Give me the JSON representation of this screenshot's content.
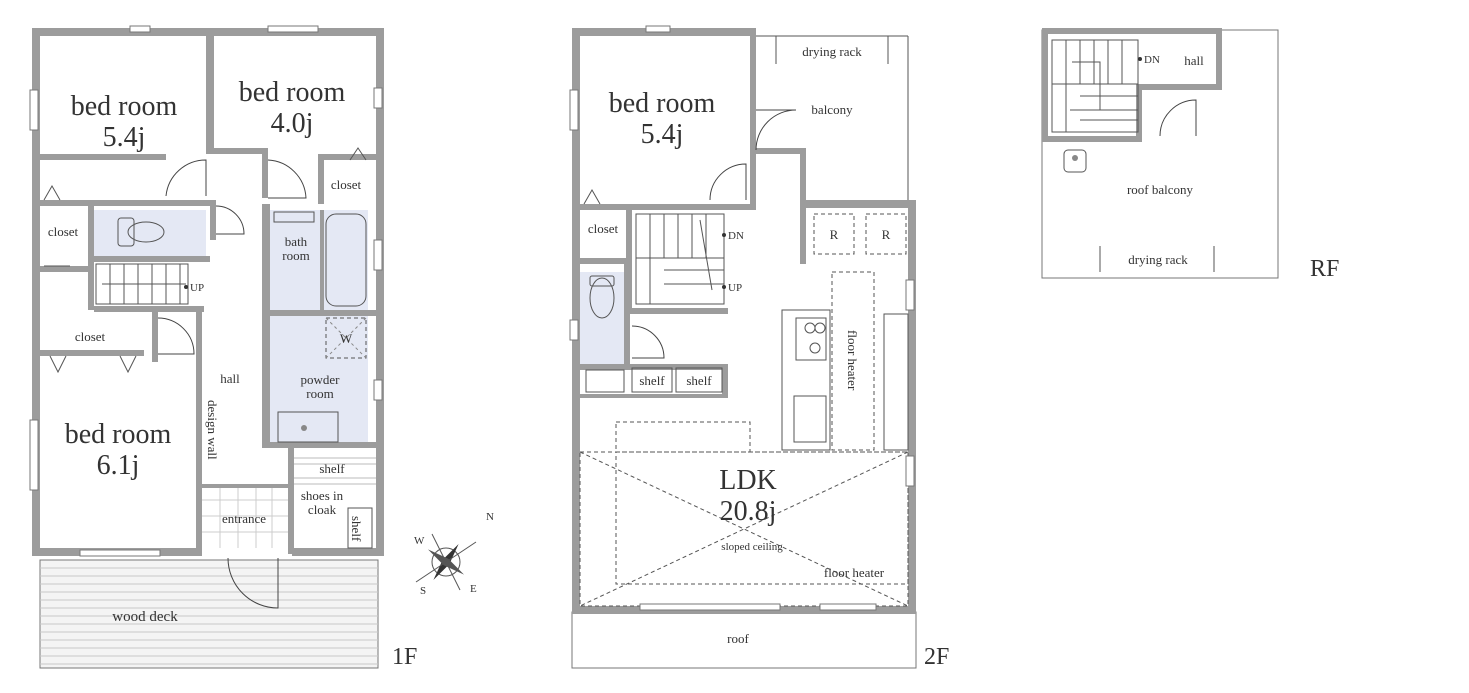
{
  "floor1": {
    "label": "1F",
    "rooms": {
      "bed_a_name": "bed room",
      "bed_a_size": "5.4j",
      "bed_b_name": "bed room",
      "bed_b_size": "4.0j",
      "bed_c_name": "bed room",
      "bed_c_size": "6.1j",
      "closet_a": "closet",
      "closet_b": "closet",
      "closet_c": "closet",
      "up": "UP",
      "bath_1": "bath",
      "bath_2": "room",
      "washer": "W",
      "powder_1": "powder",
      "powder_2": "room",
      "hall": "hall",
      "design_wall": "design wall",
      "shelf_a": "shelf",
      "shelf_b": "shelf",
      "shoes_1": "shoes in",
      "shoes_2": "cloak",
      "entrance": "entrance",
      "wood_deck": "wood deck"
    }
  },
  "floor2": {
    "label": "2F",
    "rooms": {
      "drying_rack": "drying rack",
      "balcony": "balcony",
      "bed_name": "bed room",
      "bed_size": "5.4j",
      "closet": "closet",
      "dn": "DN",
      "up": "UP",
      "r1": "R",
      "r2": "R",
      "floor_heater_v": "floor heater",
      "shelf_a": "shelf",
      "shelf_b": "shelf",
      "ldk_name": "LDK",
      "ldk_size": "20.8j",
      "sloped": "sloped ceiling",
      "floor_heater_h": "floor heater",
      "roof": "roof"
    }
  },
  "roof_floor": {
    "label": "RF",
    "rooms": {
      "dn": "DN",
      "hall": "hall",
      "roof_balcony": "roof balcony",
      "drying_rack": "drying rack"
    }
  },
  "compass": {
    "n": "N",
    "e": "E",
    "s": "S",
    "w": "W"
  }
}
